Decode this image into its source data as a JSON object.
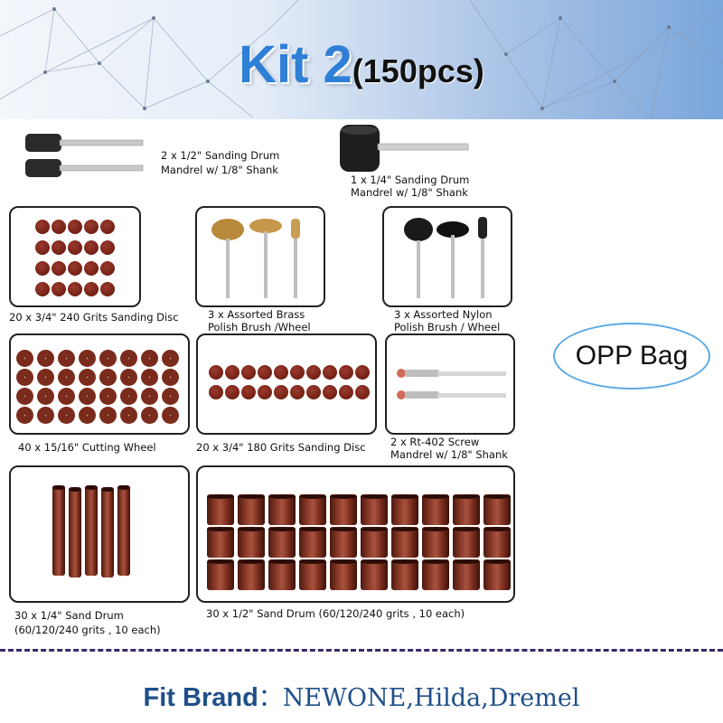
{
  "header": {
    "title": "Kit 2",
    "subtitle": "(150pcs)"
  },
  "items": {
    "mandrel_half": "2 x 1/2\" Sanding Drum Mandrel w/ 1/8\" Shank",
    "mandrel_half_l1": "2 x 1/2\" Sanding Drum",
    "mandrel_half_l2": "Mandrel w/ 1/8\" Shank",
    "mandrel_quarter_l1": "1 x 1/4\" Sanding Drum",
    "mandrel_quarter_l2": "Mandrel w/ 1/8\" Shank",
    "disc240": "20 x 3/4\" 240 Grits Sanding Disc",
    "brass_l1": "3 x Assorted Brass",
    "brass_l2": "Polish Brush /Wheel",
    "nylon_l1": "3 x Assorted Nylon",
    "nylon_l2": "Polish Brush / Wheel",
    "cutting": "40 x 15/16\" Cutting Wheel",
    "disc180": "20 x 3/4\" 180 Grits Sanding Disc",
    "screw_l1": "2 x Rt-402 Screw",
    "screw_l2": "Mandrel w/ 1/8\" Shank",
    "drum_quarter_l1": "30 x 1/4\" Sand Drum",
    "drum_quarter_l2": "(60/120/240 grits , 10 each)",
    "drum_half": "30 x 1/2\" Sand Drum (60/120/240 grits , 10 each)"
  },
  "opp_bag": "OPP Bag",
  "footer": {
    "label": "Fit Brand",
    "separator": "：",
    "brands": "NEWONE,Hilda,Dremel"
  },
  "colors": {
    "title_blue": "#2f7fd6",
    "opp_border": "#5aa8e8",
    "divider": "#3a2a6a",
    "footer_blue": "#1f4f8a"
  }
}
